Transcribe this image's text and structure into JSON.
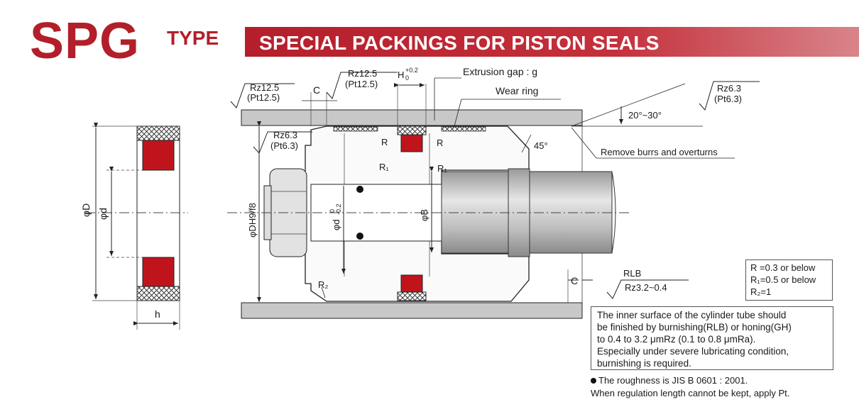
{
  "header": {
    "title_main": "SPG",
    "title_suffix": "TYPE",
    "banner": "SPECIAL PACKINGS FOR PISTON SEALS"
  },
  "colors": {
    "brand_red": "#b21f2a",
    "seal_red": "#c0141c",
    "steel_gray": "#c8c8c8"
  },
  "cross_section": {
    "dim_outer": "φD",
    "dim_inner": "φd",
    "dim_height": "h"
  },
  "assembly": {
    "rz_left_top": "Rz12.5",
    "pt_left_top": "(Pt12.5)",
    "dim_c_top": "C",
    "rz_groove": "Rz12.5",
    "pt_groove": "(Pt12.5)",
    "h_tol": "H",
    "h_tol_upper": "+0.2",
    "h_tol_lower": "0",
    "extrusion_gap": "Extrusion gap : g",
    "wear_ring": "Wear ring",
    "rz_right_top": "Rz6.3",
    "pt_right_top": "(Pt6.3)",
    "angle_chamfer": "20°~30°",
    "rz_groove_bottom": "Rz6.3",
    "pt_groove_bottom": "(Pt6.3)",
    "r_left": "R",
    "r_right": "R",
    "r1_left": "R₁",
    "r1_right": "R₁",
    "angle_45": "45°",
    "remove_burrs": "Remove burrs and overturns",
    "dim_bore": "φDH9/f8",
    "dim_groove_d": "φd",
    "dim_groove_d_tol_upper": "0",
    "dim_groove_d_tol_lower": "-0.2",
    "dim_b": "φB",
    "r2": "R₂",
    "dim_c_bottom": "C",
    "rlb": "RLB",
    "rz_rlb": "Rz3.2~0.4"
  },
  "legend": {
    "line1": "R =0.3 or below",
    "line2": "R₁=0.5 or below",
    "line3": "R₂=1"
  },
  "note": {
    "line1": "The inner surface of the cylinder tube should",
    "line2": "be finished by burnishing(RLB) or honing(GH)",
    "line3": "to 0.4 to 3.2 μmRz (0.1 to 0.8 μmRa).",
    "line4": "Especially under severe lubricating condition,",
    "line5": "burnishing is required."
  },
  "footnote": {
    "line1": "The roughness is JIS B 0601 : 2001.",
    "line2": "When regulation length cannot be kept, apply Pt."
  }
}
